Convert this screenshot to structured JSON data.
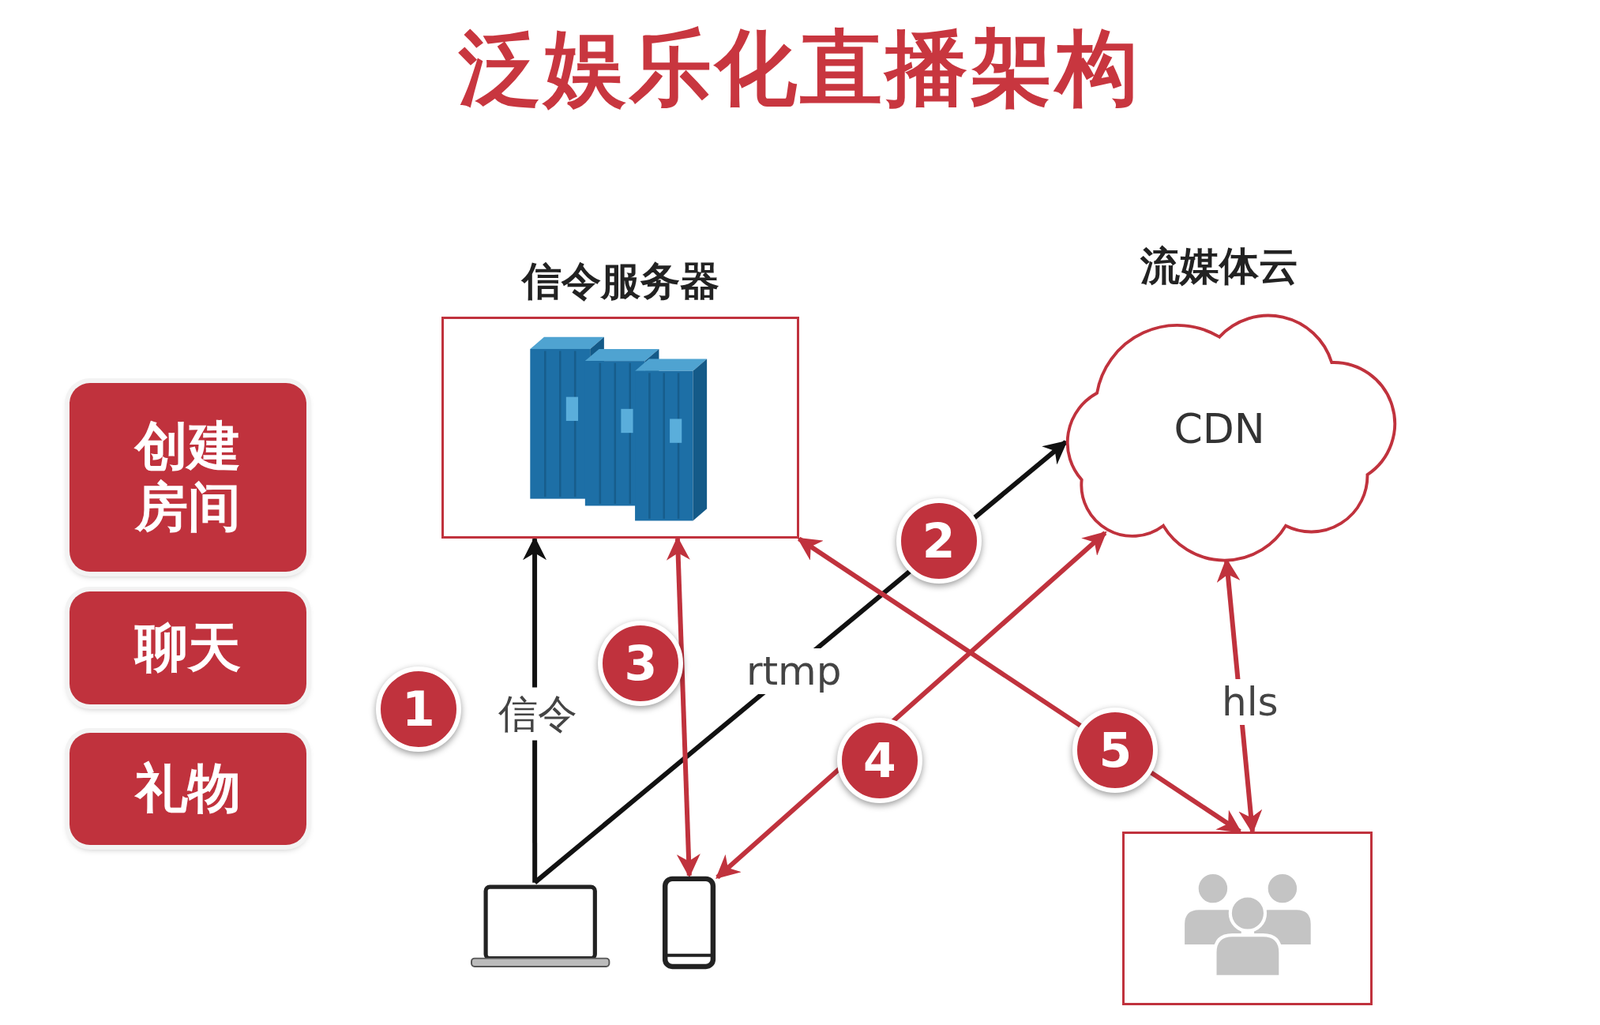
{
  "diagram": {
    "title": "泛娱乐化直播架构",
    "nodes": [
      {
        "text": [
          "创建房间"
        ]
      },
      {
        "text": [
          "聊天"
        ]
      },
      {
        "text": [
          "礼物"
        ]
      },
      {
        "text": [
          "信令服务器"
        ]
      },
      {
        "text": [
          "流媒体云",
          "CDN"
        ]
      },
      {
        "text": []
      },
      {
        "text": []
      },
      {
        "text": []
      }
    ],
    "edges": [
      {
        "from": 5,
        "to": 3,
        "arrow": "to",
        "label": "信令"
      },
      {
        "from": 5,
        "to": 4,
        "arrow": "to",
        "label": "rtmp"
      },
      {
        "from": 6,
        "to": 3,
        "arrow": "both"
      },
      {
        "from": 4,
        "to": 6,
        "arrow": "both"
      },
      {
        "from": 3,
        "to": 7,
        "arrow": "both"
      },
      {
        "from": 4,
        "to": 7,
        "arrow": "both",
        "label": "hls"
      }
    ],
    "labels": [
      "1",
      "2",
      "3",
      "4",
      "5"
    ]
  }
}
